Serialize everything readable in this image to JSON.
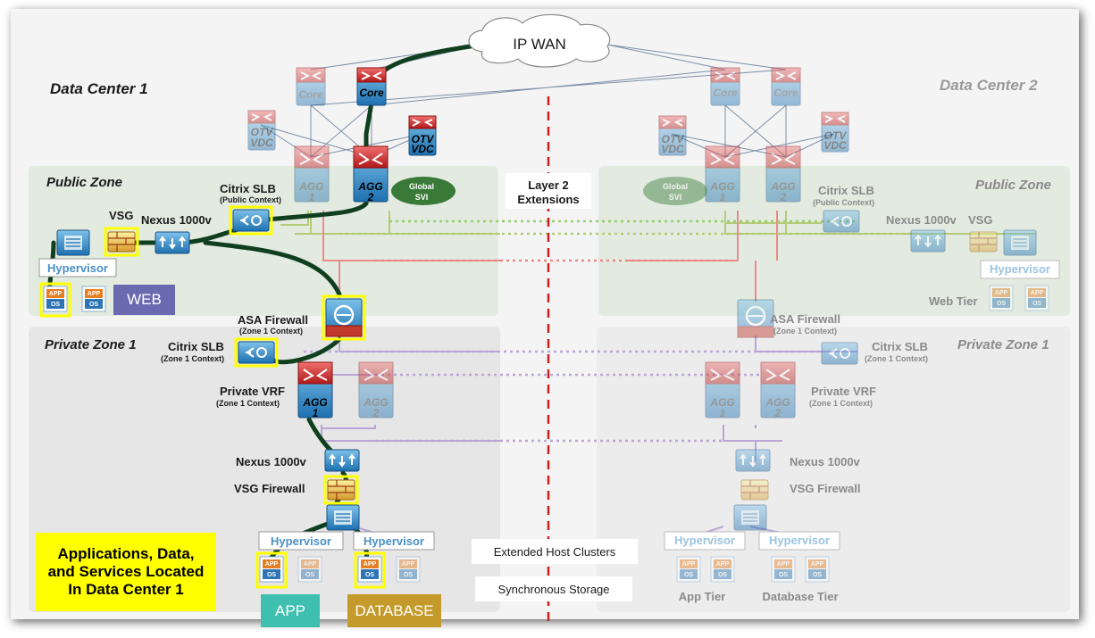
{
  "wan": {
    "label": "IP WAN"
  },
  "dc1": {
    "title": "Data Center 1"
  },
  "dc2": {
    "title": "Data Center 2"
  },
  "layer2": {
    "line1": "Layer 2",
    "line2": "Extensions"
  },
  "devices": {
    "core": "Core",
    "otv": "OTV",
    "vdc": "VDC",
    "agg": "AGG",
    "one": "1",
    "two": "2",
    "global": "Global",
    "svi": "SVI",
    "app": "APP",
    "os": "OS"
  },
  "zones": {
    "public": "Public Zone",
    "private": "Private Zone 1"
  },
  "left": {
    "citrix_pub": "Citrix SLB",
    "citrix_pub_ctx": "(Public Context)",
    "vsg": "VSG",
    "nexus": "Nexus 1000v",
    "hypervisor": "Hypervisor",
    "asa": "ASA Firewall",
    "asa_ctx": "(Zone 1 Context)",
    "citrix_priv": "Citrix SLB",
    "citrix_priv_ctx": "(Zone 1 Context)",
    "pvrf": "Private VRF",
    "pvrf_ctx": "(Zone 1 Context)",
    "nexus2": "Nexus 1000v",
    "vsgfw": "VSG Firewall",
    "hyp_app": "Hypervisor",
    "hyp_db": "Hypervisor"
  },
  "right": {
    "citrix_pub": "Citrix SLB",
    "citrix_pub_ctx": "(Public Context)",
    "nexus": "Nexus 1000v",
    "vsg": "VSG",
    "hypervisor": "Hypervisor",
    "webtier": "Web Tier",
    "asa": "ASA Firewall",
    "asa_ctx": "(Zone 1 Context)",
    "citrix_priv": "Citrix SLB",
    "citrix_priv_ctx": "(Zone 1 Context)",
    "pvrf": "Private VRF",
    "pvrf_ctx": "(Zone 1 Context)",
    "nexus2": "Nexus 1000v",
    "vsgfw": "VSG Firewall",
    "hyp_app": "Hypervisor",
    "hyp_db": "Hypervisor",
    "apptier": "App Tier",
    "dbtier": "Database Tier"
  },
  "callouts": {
    "web": "WEB",
    "app": "APP",
    "database": "DATABASE",
    "yellow_box": "Applications, Data, and Services Located In Data Center 1",
    "ext_hosts": "Extended Host Clusters",
    "sync_storage": "Synchronous Storage"
  },
  "colors": {
    "callout_purple": "#6a6ab0",
    "callout_teal": "#3fbfaf",
    "callout_gold": "#c49a2a",
    "callout_yellow": "#ffff00",
    "path_green": "#0f3f1f",
    "dashed_red": "#cc1f1f"
  }
}
